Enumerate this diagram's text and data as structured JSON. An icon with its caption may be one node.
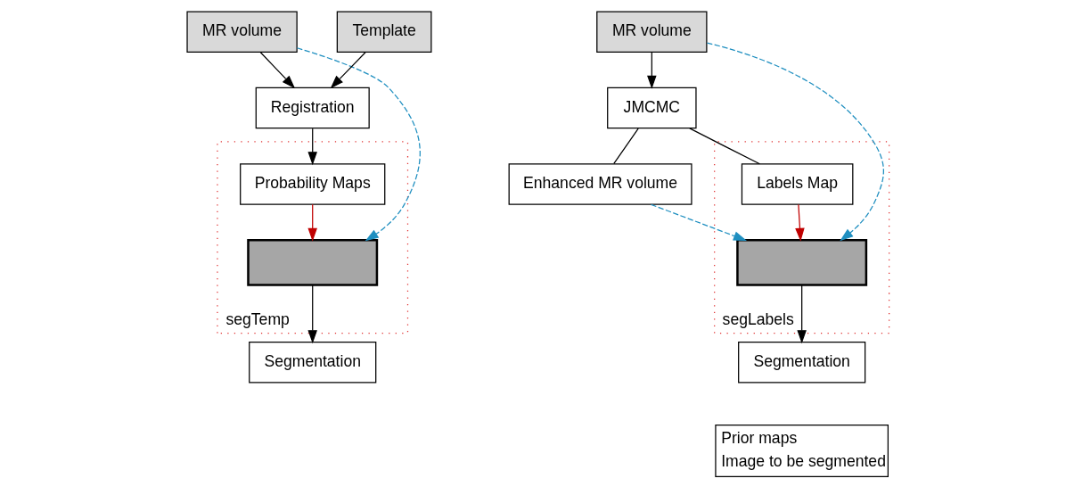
{
  "diagram": {
    "nodes": [
      {
        "text": [
          "MR volume"
        ]
      },
      {
        "text": [
          "Template"
        ]
      },
      {
        "text": [
          "Registration"
        ]
      },
      {
        "text": [
          "segTemp"
        ]
      },
      {
        "text": [
          "Probability Maps"
        ],
        "in": 3
      },
      {
        "text": [],
        "shape": "box",
        "in": 3
      },
      {
        "text": [
          "Segmentation"
        ]
      },
      {
        "text": [
          "MR volume"
        ]
      },
      {
        "text": [
          "JMCMC"
        ]
      },
      {
        "text": [
          "Enhanced MR volume"
        ]
      },
      {
        "text": [
          "segLabels"
        ]
      },
      {
        "text": [
          "Labels Map"
        ],
        "in": 10
      },
      {
        "text": [],
        "shape": "box",
        "in": 10
      },
      {
        "text": [
          "Segmentation"
        ]
      }
    ],
    "edges": [
      {
        "from": 0,
        "to": 2,
        "arrow": "to"
      },
      {
        "from": 1,
        "to": 2,
        "arrow": "to"
      },
      {
        "from": 2,
        "to": 4,
        "arrow": "to"
      },
      {
        "from": 4,
        "to": 5,
        "arrow": "to",
        "color": "#c00000"
      },
      {
        "from": 0,
        "to": 5,
        "arrow": "to",
        "style": "dashed",
        "color": "#1f8fc0"
      },
      {
        "from": 5,
        "to": 6,
        "arrow": "to"
      },
      {
        "from": 7,
        "to": 8,
        "arrow": "to"
      },
      {
        "from": 8,
        "to": 9,
        "arrow": "none"
      },
      {
        "from": 8,
        "to": 11,
        "arrow": "none"
      },
      {
        "from": 11,
        "to": 12,
        "arrow": "to",
        "color": "#c00000"
      },
      {
        "from": 7,
        "to": 12,
        "arrow": "to",
        "style": "dashed",
        "color": "#1f8fc0"
      },
      {
        "from": 9,
        "to": 12,
        "arrow": "to",
        "style": "dashed",
        "color": "#1f8fc0"
      },
      {
        "from": 12,
        "to": 13,
        "arrow": "to"
      }
    ],
    "legend": [
      {
        "text": "Prior maps"
      },
      {
        "text": "Image to be segmented"
      }
    ]
  }
}
